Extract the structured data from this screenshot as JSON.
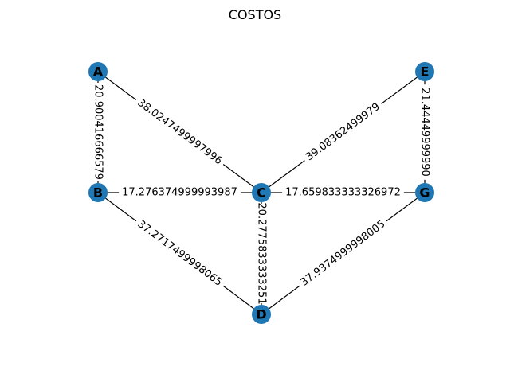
{
  "title": "COSTOS",
  "colors": {
    "node": "#1f77b4",
    "edge": "#000000",
    "background": "#ffffff"
  },
  "nodes": [
    {
      "id": "A",
      "label": "A"
    },
    {
      "id": "B",
      "label": "B"
    },
    {
      "id": "C",
      "label": "C"
    },
    {
      "id": "D",
      "label": "D"
    },
    {
      "id": "E",
      "label": "E"
    },
    {
      "id": "G",
      "label": "G"
    }
  ],
  "edges": [
    {
      "from": "A",
      "to": "B",
      "weight": "20.900416666579"
    },
    {
      "from": "A",
      "to": "C",
      "weight": "38.0247499997996"
    },
    {
      "from": "B",
      "to": "C",
      "weight": "17.276374999993987"
    },
    {
      "from": "B",
      "to": "D",
      "weight": "37.2717499998065"
    },
    {
      "from": "C",
      "to": "D",
      "weight": "20.2775833333251"
    },
    {
      "from": "C",
      "to": "E",
      "weight": "39.08362499979"
    },
    {
      "from": "C",
      "to": "G",
      "weight": "17.659833333326972"
    },
    {
      "from": "D",
      "to": "G",
      "weight": "37.9374999998005"
    },
    {
      "from": "E",
      "to": "G",
      "weight": "21.44449999990"
    }
  ]
}
